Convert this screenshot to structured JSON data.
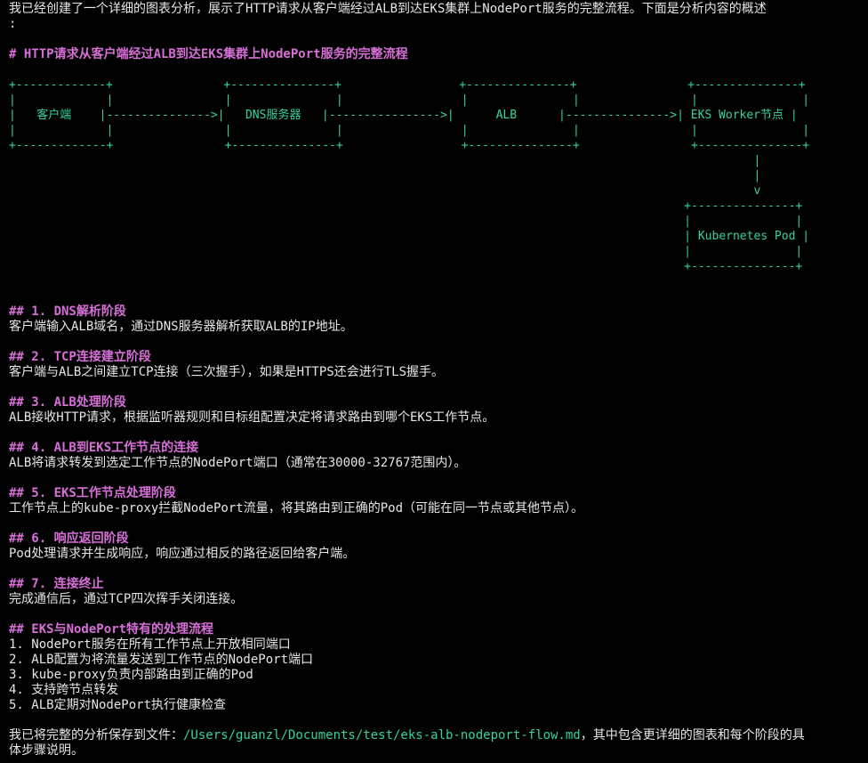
{
  "intro": {
    "line1": "我已经创建了一个详细的图表分析，展示了HTTP请求从客户端经过ALB到达EKS集群上NodePort服务的完整流程。下面是分析内容的概述",
    "line2": ":"
  },
  "title": "# HTTP请求从客户端经过ALB到达EKS集群上NodePort服务的完整流程",
  "diagram": {
    "lines": [
      "+-------------+                +---------------+                 +---------------+                +---------------+",
      "|             |                |               |                 |               |                |               |",
      "|   客户端    |--------------->|   DNS服务器   |---------------->|      ALB      |--------------->| EKS Worker节点 |",
      "|             |                |               |                 |               |                |               |",
      "+-------------+                +---------------+                 +---------------+                +---------------+",
      "                                                                                                           |",
      "                                                                                                           |",
      "                                                                                                           v",
      "                                                                                                 +---------------+",
      "                                                                                                 |               |",
      "                                                                                                 | Kubernetes Pod |",
      "                                                                                                 |               |",
      "                                                                                                 +---------------+"
    ]
  },
  "sections": [
    {
      "heading": "## 1. DNS解析阶段",
      "body": "客户端输入ALB域名，通过DNS服务器解析获取ALB的IP地址。"
    },
    {
      "heading": "## 2. TCP连接建立阶段",
      "body": "客户端与ALB之间建立TCP连接（三次握手），如果是HTTPS还会进行TLS握手。"
    },
    {
      "heading": "## 3. ALB处理阶段",
      "body": "ALB接收HTTP请求，根据监听器规则和目标组配置决定将请求路由到哪个EKS工作节点。"
    },
    {
      "heading": "## 4. ALB到EKS工作节点的连接",
      "body": "ALB将请求转发到选定工作节点的NodePort端口（通常在30000-32767范围内）。"
    },
    {
      "heading": "## 5. EKS工作节点处理阶段",
      "body": "工作节点上的kube-proxy拦截NodePort流量，将其路由到正确的Pod（可能在同一节点或其他节点）。"
    },
    {
      "heading": "## 6. 响应返回阶段",
      "body": "Pod处理请求并生成响应，响应通过相反的路径返回给客户端。"
    },
    {
      "heading": "## 7. 连接终止",
      "body": "完成通信后，通过TCP四次挥手关闭连接。"
    }
  ],
  "special": {
    "heading": "## EKS与NodePort特有的处理流程",
    "items": [
      "1. NodePort服务在所有工作节点上开放相同端口",
      "2. ALB配置为将流量发送到工作节点的NodePort端口",
      "3. kube-proxy负责内部路由到正确的Pod",
      "4. 支持跨节点转发",
      "5. ALB定期对NodePort执行健康检查"
    ]
  },
  "footer": {
    "prefix": "我已将完整的分析保存到文件：",
    "path": "/Users/guanzl/Documents/test/eks-alb-nodeport-flow.md",
    "suffix": "，其中包含更详细的图表和每个阶段的具",
    "line2": "体步骤说明。"
  }
}
